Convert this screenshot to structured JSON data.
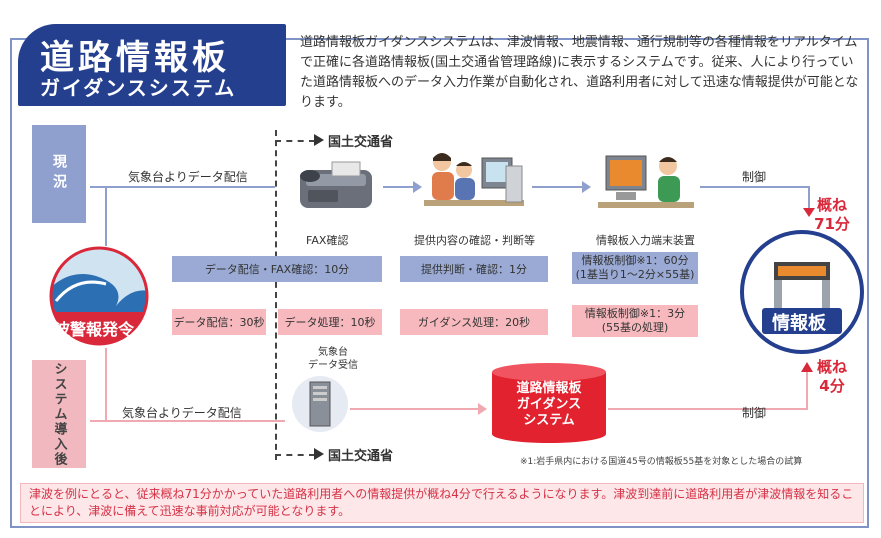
{
  "title": {
    "main": "道路情報板",
    "sub": "ガイダンスシステム"
  },
  "intro": "道路情報板ガイダンスシステムは、津波情報、地震情報、通行規制等の各種情報をリアルタイムで正確に各道路情報板(国土交通省管理路線)に表示するシステムです。従来、人により行っていた道路情報板へのデータ入力作業が自動化され、道路利用者に対して迅速な情報提供が可能となります。",
  "rows": {
    "current": "現況",
    "system": "システム導入後"
  },
  "tsunami_label": "津波警報発令",
  "labels": {
    "delivery_top": "気象台よりデータ配信",
    "delivery_bottom": "気象台よりデータ配信",
    "mlit_top": "国土交通省",
    "mlit_bottom": "国土交通省",
    "fax": "FAX確認",
    "judge": "提供内容の確認・判断等",
    "terminal": "情報板入力端末装置",
    "receive_1": "気象台",
    "receive_2": "データ受信",
    "control_top": "制御",
    "control_bottom": "制御",
    "guidance_1": "道路情報板",
    "guidance_2": "ガイダンス",
    "guidance_3": "システム",
    "sign": "情報板"
  },
  "bars": {
    "blue_1": "データ配信・FAX確認：10分",
    "blue_2": "提供判断・確認：1分",
    "blue_3a": "情報板制御※1：60分",
    "blue_3b": "(1基当り1〜2分×55基)",
    "pink_1": "データ配信：30秒",
    "pink_2": "データ処理：10秒",
    "pink_3": "ガイダンス処理：20秒",
    "pink_4a": "情報板制御※1：3分",
    "pink_4b": "(55基の処理)"
  },
  "times": {
    "before_1": "概ね",
    "before_2": "71分",
    "after_1": "概ね",
    "after_2": "4分"
  },
  "note": "※1:岩手県内における国道45号の情報板55基を対象とした場合の試算",
  "footer": "津波を例にとると、従来概ね71分かかっていた道路利用者への情報提供が概ね4分で行えるようになります。津波到達前に道路利用者が津波情報を知ることにより、津波に備えて迅速な事前対応が可能となります。",
  "colors": {
    "navy": "#253f8f",
    "blue_bar": "#9aaad4",
    "pink_bar": "#f7b9be",
    "red": "#d9283a"
  }
}
